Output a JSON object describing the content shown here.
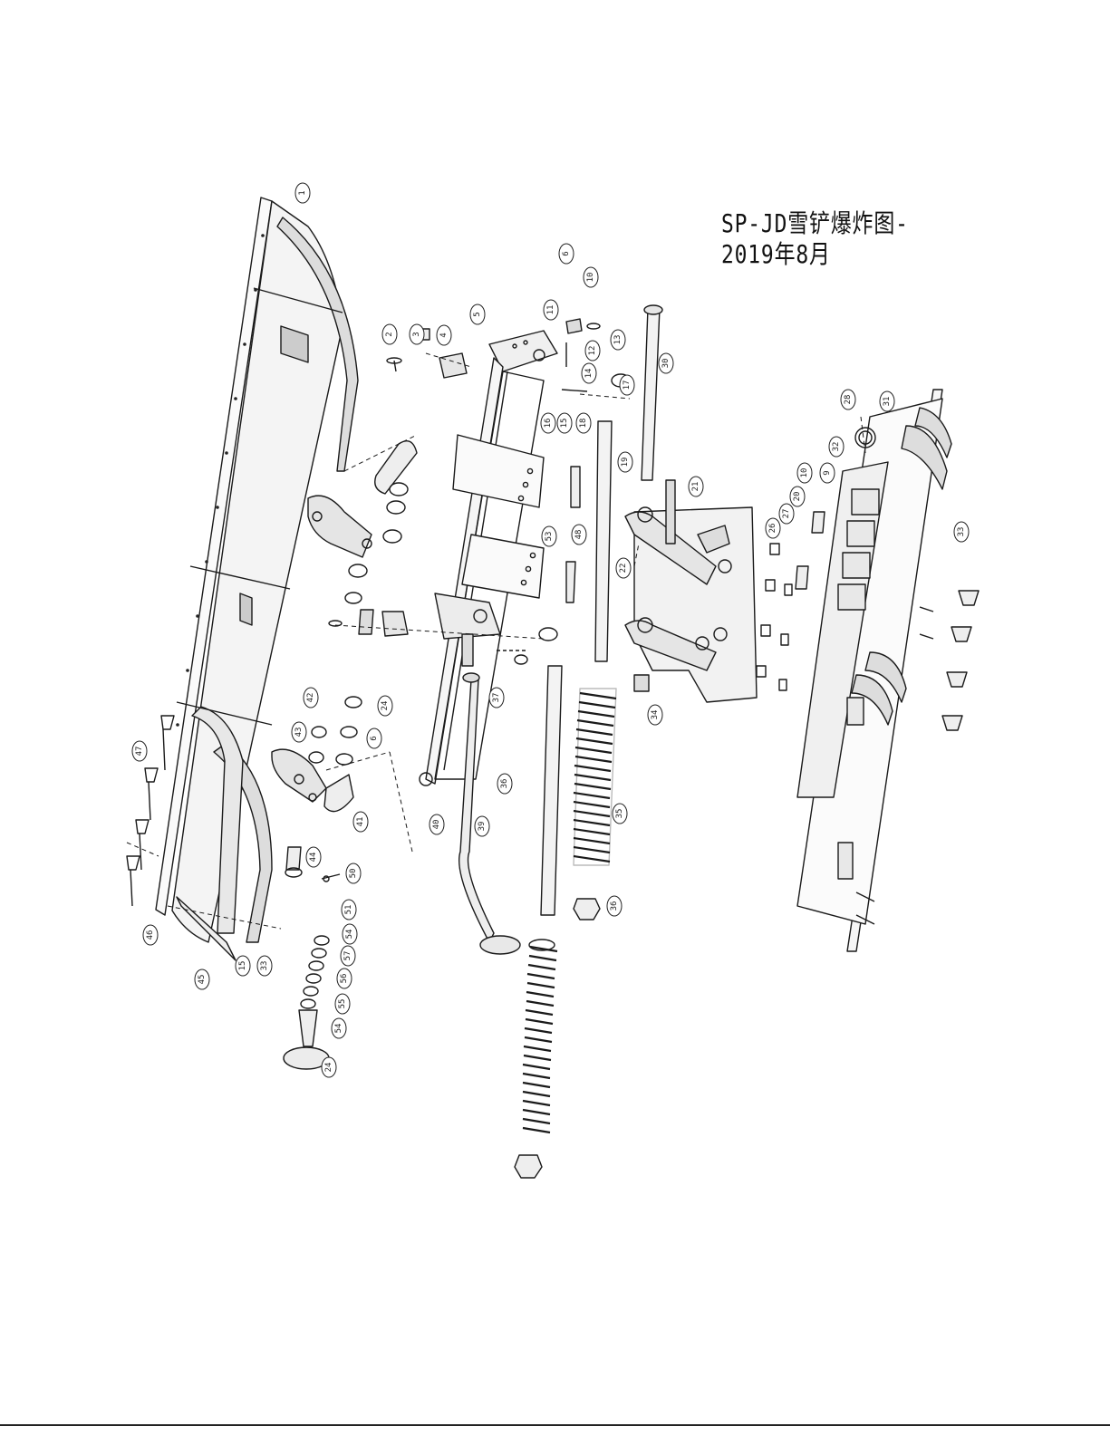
{
  "title": {
    "line1": "SP-JD雪铲爆炸图-",
    "line2": "2019年8月"
  },
  "callouts": [
    {
      "label": "1"
    },
    {
      "label": "2"
    },
    {
      "label": "3"
    },
    {
      "label": "4"
    },
    {
      "label": "5"
    },
    {
      "label": "6"
    },
    {
      "label": "10"
    },
    {
      "label": "11"
    },
    {
      "label": "12"
    },
    {
      "label": "13"
    },
    {
      "label": "14"
    },
    {
      "label": "16"
    },
    {
      "label": "15"
    },
    {
      "label": "18"
    },
    {
      "label": "17"
    },
    {
      "label": "19"
    },
    {
      "label": "30"
    },
    {
      "label": "21"
    },
    {
      "label": "22"
    },
    {
      "label": "28"
    },
    {
      "label": "31"
    },
    {
      "label": "32"
    },
    {
      "label": "10"
    },
    {
      "label": "9"
    },
    {
      "label": "20"
    },
    {
      "label": "27"
    },
    {
      "label": "26"
    },
    {
      "label": "33"
    },
    {
      "label": "53"
    },
    {
      "label": "48"
    },
    {
      "label": "37"
    },
    {
      "label": "34"
    },
    {
      "label": "42"
    },
    {
      "label": "24"
    },
    {
      "label": "43"
    },
    {
      "label": "6"
    },
    {
      "label": "41"
    },
    {
      "label": "36"
    },
    {
      "label": "40"
    },
    {
      "label": "39"
    },
    {
      "label": "35"
    },
    {
      "label": "47"
    },
    {
      "label": "44"
    },
    {
      "label": "50"
    },
    {
      "label": "51"
    },
    {
      "label": "54"
    },
    {
      "label": "57"
    },
    {
      "label": "56"
    },
    {
      "label": "55"
    },
    {
      "label": "54"
    },
    {
      "label": "24"
    },
    {
      "label": "46"
    },
    {
      "label": "45"
    },
    {
      "label": "15"
    },
    {
      "label": "33"
    },
    {
      "label": "36"
    }
  ]
}
